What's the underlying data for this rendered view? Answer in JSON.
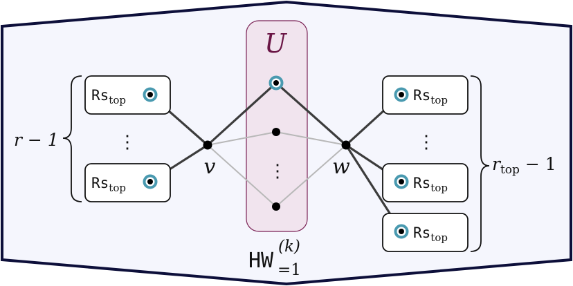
{
  "set_label": "U",
  "vertex_v": "v",
  "vertex_w": "w",
  "dots": "⋮",
  "left_count": {
    "main": "r − 1"
  },
  "right_count": {
    "main": "r",
    "sub": "top",
    "tail": " − 1"
  },
  "box_label": {
    "main": "Rs",
    "sub": "top"
  },
  "bottom_label": {
    "main": "HW",
    "sup": "(k)",
    "sub": "=1"
  },
  "colors": {
    "frame_stroke": "#0d0f3a",
    "frame_fill": "#f5f6fd",
    "set_fill": "#f1e4ee",
    "set_stroke": "#7a2255",
    "set_label": "#6a1545",
    "ring": "#4a9ab0",
    "edge_dark": "#3c3c3c",
    "edge_light": "#b8b8b8"
  }
}
